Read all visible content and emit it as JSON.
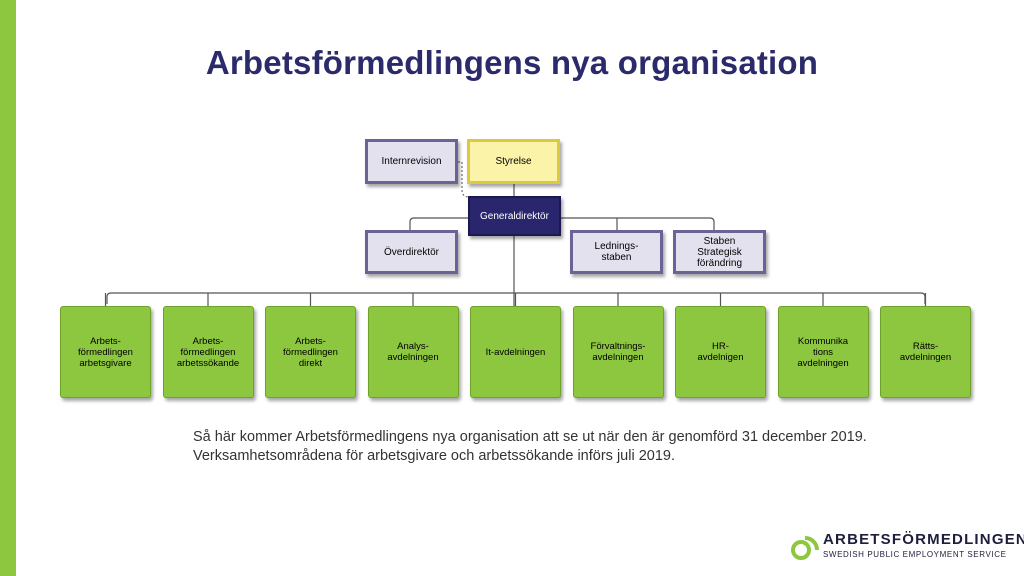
{
  "title": "Arbetsförmedlingens nya organisation",
  "top_row": {
    "internrevision": "Internrevision",
    "styrelse": "Styrelse",
    "generaldirektor": "Generaldirektör"
  },
  "staff_row": {
    "overdirektor": "Överdirektör",
    "ledningsstaben": "Lednings-\nstaben",
    "staben_strategisk": "Staben\nStrategisk\nförändring"
  },
  "departments": [
    "Arbets-\nförmedlingen\narbetsgivare",
    "Arbets-\nförmedlingen\narbetssökande",
    "Arbets-\nförmedlingen\ndirekt",
    "Analys-\navdelningen",
    "It-avdelningen",
    "Förvaltnings-\navdelningen",
    "HR-\navdelnigen",
    "Kommunika\ntions\navdelningen",
    "Rätts-\navdelningen"
  ],
  "caption": {
    "line1": "Så här kommer Arbetsförmedlingens nya organisation att se ut när den är genomförd 31 december 2019.",
    "line2": "Verksamhetsområdena för arbetsgivare och arbetssökande införs juli 2019."
  },
  "logo": {
    "name": "ARBETSFÖRMEDLINGEN",
    "tagline": "SWEDISH PUBLIC EMPLOYMENT SERVICE"
  },
  "colors": {
    "accent_green": "#8dc63f",
    "navy": "#29266e",
    "lavender": "#e4e1ee",
    "yellow": "#fbf3a8",
    "title": "#2b2a6b"
  }
}
